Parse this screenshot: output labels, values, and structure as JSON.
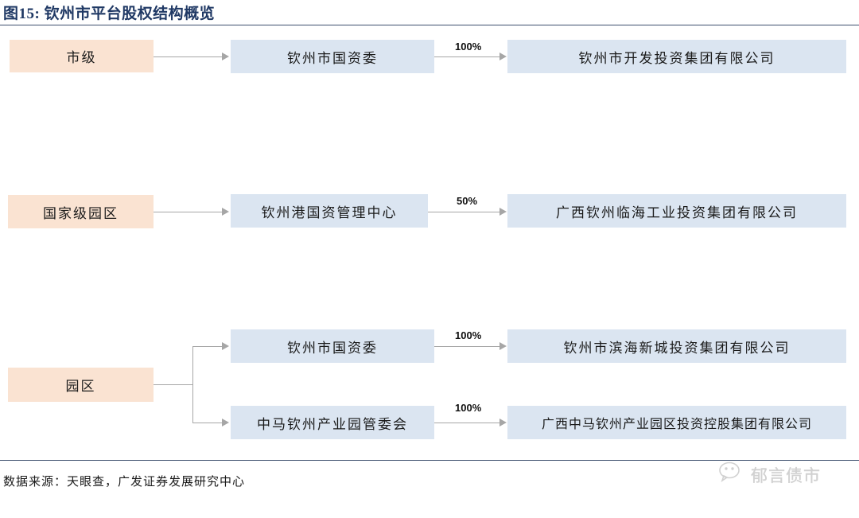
{
  "header": {
    "figure_label": "图15:",
    "title": "钦州市平台股权结构概览",
    "full_title": "图15: 钦州市平台股权结构概览"
  },
  "footer": {
    "source": "数据来源：天眼查，广发证券发展研究中心",
    "watermark_text": "郁言债市",
    "watermark_icon": "wechat-icon"
  },
  "colors": {
    "title": "#1f3864",
    "rule": "#3d4f6d",
    "category_box": "#fae3d2",
    "entity_box": "#dbe5f1",
    "connector": "#a6a6a6"
  },
  "chart_data": {
    "type": "diagram",
    "title": "钦州市平台股权结构概览",
    "nodes": [
      {
        "id": "cat1",
        "label": "市级",
        "kind": "category"
      },
      {
        "id": "cat2",
        "label": "国家级园区",
        "kind": "category"
      },
      {
        "id": "cat3",
        "label": "园区",
        "kind": "category"
      },
      {
        "id": "own1",
        "label": "钦州市国资委",
        "kind": "owner"
      },
      {
        "id": "own2",
        "label": "钦州港国资管理中心",
        "kind": "owner"
      },
      {
        "id": "own3",
        "label": "钦州市国资委",
        "kind": "owner"
      },
      {
        "id": "own4",
        "label": "中马钦州产业园管委会",
        "kind": "owner"
      },
      {
        "id": "ent1",
        "label": "钦州市开发投资集团有限公司",
        "kind": "entity"
      },
      {
        "id": "ent2",
        "label": "广西钦州临海工业投资集团有限公司",
        "kind": "entity"
      },
      {
        "id": "ent3",
        "label": "钦州市滨海新城投资集团有限公司",
        "kind": "entity"
      },
      {
        "id": "ent4",
        "label": "广西中马钦州产业园区投资控股集团有限公司",
        "kind": "entity"
      }
    ],
    "edges": [
      {
        "from": "cat1",
        "to": "own1",
        "label": ""
      },
      {
        "from": "own1",
        "to": "ent1",
        "label": "100%"
      },
      {
        "from": "cat2",
        "to": "own2",
        "label": ""
      },
      {
        "from": "own2",
        "to": "ent2",
        "label": "50%"
      },
      {
        "from": "cat3",
        "to": "own3",
        "label": ""
      },
      {
        "from": "own3",
        "to": "ent3",
        "label": "100%"
      },
      {
        "from": "cat3",
        "to": "own4",
        "label": ""
      },
      {
        "from": "own4",
        "to": "ent4",
        "label": "100%"
      }
    ]
  },
  "rows": {
    "row1": {
      "category": "市级",
      "owner": "钦州市国资委",
      "percent": "100%",
      "entity": "钦州市开发投资集团有限公司"
    },
    "row2": {
      "category": "国家级园区",
      "owner": "钦州港国资管理中心",
      "percent": "50%",
      "entity": "广西钦州临海工业投资集团有限公司"
    },
    "row3": {
      "category": "园区",
      "owner_a": "钦州市国资委",
      "percent_a": "100%",
      "entity_a": "钦州市滨海新城投资集团有限公司",
      "owner_b": "中马钦州产业园管委会",
      "percent_b": "100%",
      "entity_b": "广西中马钦州产业园区投资控股集团有限公司"
    }
  }
}
